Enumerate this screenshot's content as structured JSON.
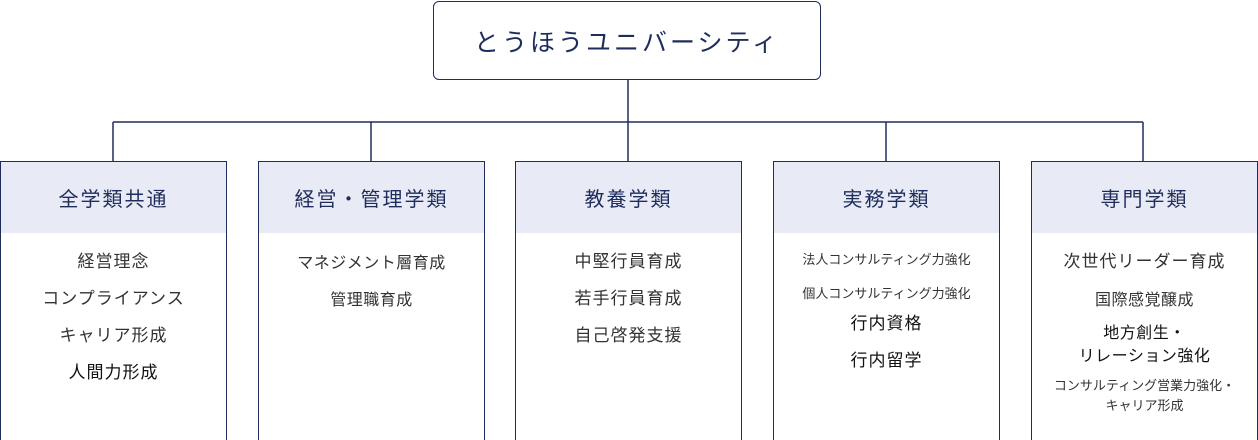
{
  "root": {
    "label": "とうほうユニバーシティ"
  },
  "line_color": "#1f2d5c",
  "header_bg": "#e8eaf6",
  "columns": [
    {
      "title": "全学類共通",
      "items": [
        "経営理念",
        "コンプライアンス",
        "キャリア形成",
        "人間力形成"
      ]
    },
    {
      "title": "経営・管理学類",
      "items": [
        "マネジメント層育成",
        "管理職育成"
      ]
    },
    {
      "title": "教養学類",
      "items": [
        "中堅行員育成",
        "若手行員育成",
        "自己啓発支援"
      ]
    },
    {
      "title": "実務学類",
      "items": [
        "法人コンサルティング力強化",
        "個人コンサルティング力強化",
        "行内資格",
        "行内留学"
      ]
    },
    {
      "title": "専門学類",
      "items": [
        "次世代リーダー育成",
        "国際感覚醸成",
        "地方創生・\nリレーション強化",
        "コンサルティング営業力強化・\nキャリア形成"
      ]
    }
  ]
}
